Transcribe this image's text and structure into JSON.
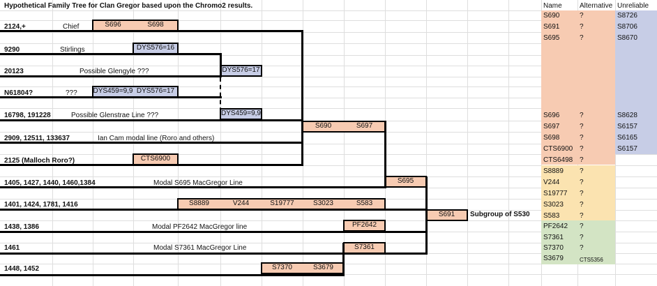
{
  "title": "Hypothetical Family Tree for Clan Gregor based upon the Chromo2 results.",
  "colors": {
    "salmon": "#f7cbb2",
    "blue": "#c7cde6",
    "yellow": "#fbe3b0",
    "green": "#d3e4c4"
  },
  "rows": [
    {
      "id": "r1",
      "left": "2124,+",
      "desc": "Chief"
    },
    {
      "id": "r2",
      "left": "9290",
      "desc": "Stirlings"
    },
    {
      "id": "r3",
      "left": "20123",
      "desc": "Possible Glengyle ???"
    },
    {
      "id": "r4",
      "left": "N61804?",
      "desc": "???"
    },
    {
      "id": "r5",
      "left": "16798, 191228",
      "desc": "Possible Glenstrae Line ???"
    },
    {
      "id": "r6",
      "left": "2909, 12511, 133637",
      "desc": "Ian Cam modal line (Roro and others)"
    },
    {
      "id": "r7",
      "left": "2125 (Malloch Roro?)",
      "desc": ""
    },
    {
      "id": "r8",
      "left": "1405, 1427, 1440, 1460,1384",
      "desc": "Modal S695 MacGregor Line"
    },
    {
      "id": "r9",
      "left": "1401, 1424, 1781, 1416",
      "desc": ""
    },
    {
      "id": "r10",
      "left": "1438, 1386",
      "desc": "Modal PF2642 MacGregor line"
    },
    {
      "id": "r11",
      "left": "1461",
      "desc": "Modal S7361 MacGregor Line"
    },
    {
      "id": "r12",
      "left": "1448, 1452",
      "desc": ""
    }
  ],
  "markers": {
    "S696": "S696",
    "S698": "S698",
    "DYS576_r2": "DYS576=16",
    "DYS576_r3": "DYS576=17",
    "DYS459_r4": "DYS459=9,9",
    "DYS576_r4": "DYS576=17",
    "DYS459_r5": "DYS459=9,9",
    "S690": "S690",
    "S697": "S697",
    "CTS6900": "CTS6900",
    "S695": "S695",
    "S8889": "S8889",
    "V244": "V244",
    "S19777": "S19777",
    "S3023": "S3023",
    "S583": "S583",
    "S691": "S691",
    "subgroup": "Subgroup of S530",
    "PF2642": "PF2642",
    "S7361": "S7361",
    "S7370": "S7370",
    "S3679": "S3679"
  },
  "table": {
    "headers": {
      "name": "Name",
      "alternative": "Alternative",
      "unreliable": "Unreliable"
    },
    "rows": [
      {
        "name": "S690",
        "alt": "?",
        "unr": "S8726"
      },
      {
        "name": "S691",
        "alt": "?",
        "unr": "S8706"
      },
      {
        "name": "S695",
        "alt": "?",
        "unr": "S8670"
      },
      {
        "name": "S696",
        "alt": "?",
        "unr": "S8628"
      },
      {
        "name": "S697",
        "alt": "?",
        "unr": "S6157"
      },
      {
        "name": "S698",
        "alt": "?",
        "unr": "S6165"
      },
      {
        "name": "CTS6900",
        "alt": "?",
        "unr": "S6157"
      },
      {
        "name": "CTS6498",
        "alt": "?",
        "unr": ""
      },
      {
        "name": "S8889",
        "alt": "?",
        "unr": ""
      },
      {
        "name": "V244",
        "alt": "?",
        "unr": ""
      },
      {
        "name": "S19777",
        "alt": "?",
        "unr": ""
      },
      {
        "name": "S3023",
        "alt": "?",
        "unr": ""
      },
      {
        "name": "S583",
        "alt": "?",
        "unr": ""
      },
      {
        "name": "PF2642",
        "alt": "?",
        "unr": ""
      },
      {
        "name": "S7361",
        "alt": "?",
        "unr": ""
      },
      {
        "name": "S7370",
        "alt": "?",
        "unr": ""
      },
      {
        "name": "S3679",
        "alt": "CTS5356",
        "unr": ""
      }
    ]
  }
}
